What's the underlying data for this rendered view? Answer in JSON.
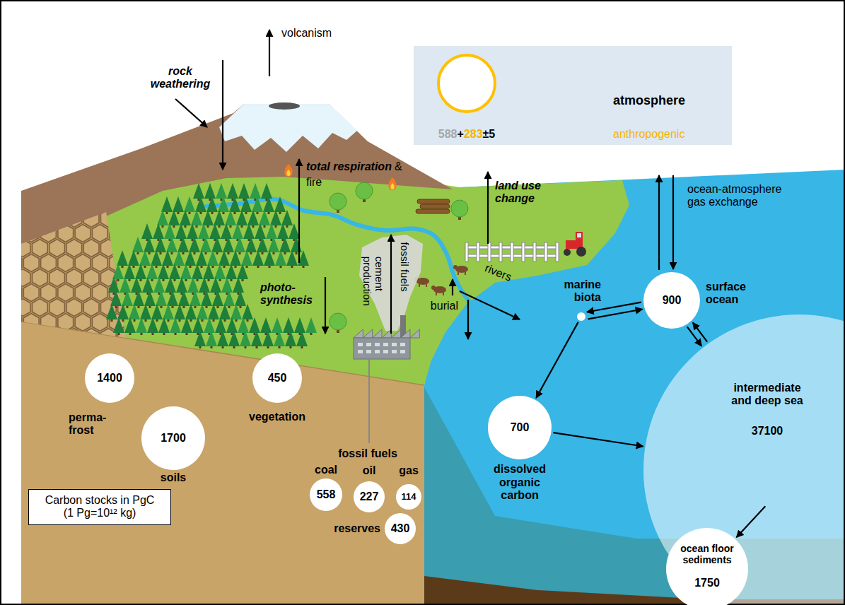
{
  "diagram": {
    "nodes": [
      {
        "text": [
          "atmosphere",
          "588",
          "+",
          "283",
          "±5",
          "anthropogenic"
        ]
      },
      {
        "text": [
          "marine biota"
        ]
      },
      {
        "text": [
          "900",
          "surface ocean"
        ]
      },
      {
        "text": [
          "1400",
          "perma- frost"
        ]
      },
      {
        "text": [
          "450",
          "vegetation"
        ]
      },
      {
        "text": [
          "700",
          "dissolved organic carbon"
        ]
      },
      {
        "text": [
          "intermediate and deep sea",
          "37100"
        ]
      },
      {
        "text": [
          "1700",
          "soils"
        ]
      },
      {
        "text": [
          "coal",
          "558"
        ]
      },
      {
        "text": [
          "oil",
          "227"
        ]
      },
      {
        "text": [
          "gas",
          "114"
        ]
      },
      {
        "text": [
          "reserves",
          "430"
        ]
      },
      {
        "text": [
          "ocean floor sediments",
          "1750"
        ]
      },
      {
        "text": [
          "Carbon stocks in PgC (1 Pg=10¹² kg)"
        ]
      }
    ],
    "edges": [
      {
        "from": 1,
        "to": 2,
        "arrow": "to"
      },
      {
        "from": 2,
        "to": 1,
        "arrow": "to"
      },
      {
        "from": 1,
        "to": 5,
        "arrow": "to"
      },
      {
        "from": 2,
        "to": 6,
        "arrow": "to"
      },
      {
        "from": 6,
        "to": 2,
        "arrow": "to"
      },
      {
        "from": 5,
        "to": 6,
        "arrow": "to"
      },
      {
        "from": 6,
        "to": 12,
        "arrow": "to"
      }
    ],
    "labels": [
      "volcanism",
      "rock weathering",
      "total respiration",
      "&",
      "fire",
      "land use change",
      "ocean-atmosphere gas exchange",
      "photo- synthesis",
      "fossil fuels",
      "cement production",
      "rivers",
      "burial",
      "fossil fuels"
    ]
  }
}
